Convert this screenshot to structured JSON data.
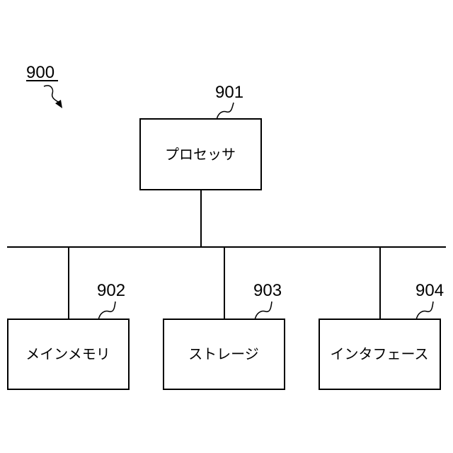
{
  "figure_number": "900",
  "processor": {
    "ref": "901",
    "label": "プロセッサ"
  },
  "main_memory": {
    "ref": "902",
    "label": "メインメモリ"
  },
  "storage": {
    "ref": "903",
    "label": "ストレージ"
  },
  "interface": {
    "ref": "904",
    "label": "インタフェース"
  }
}
